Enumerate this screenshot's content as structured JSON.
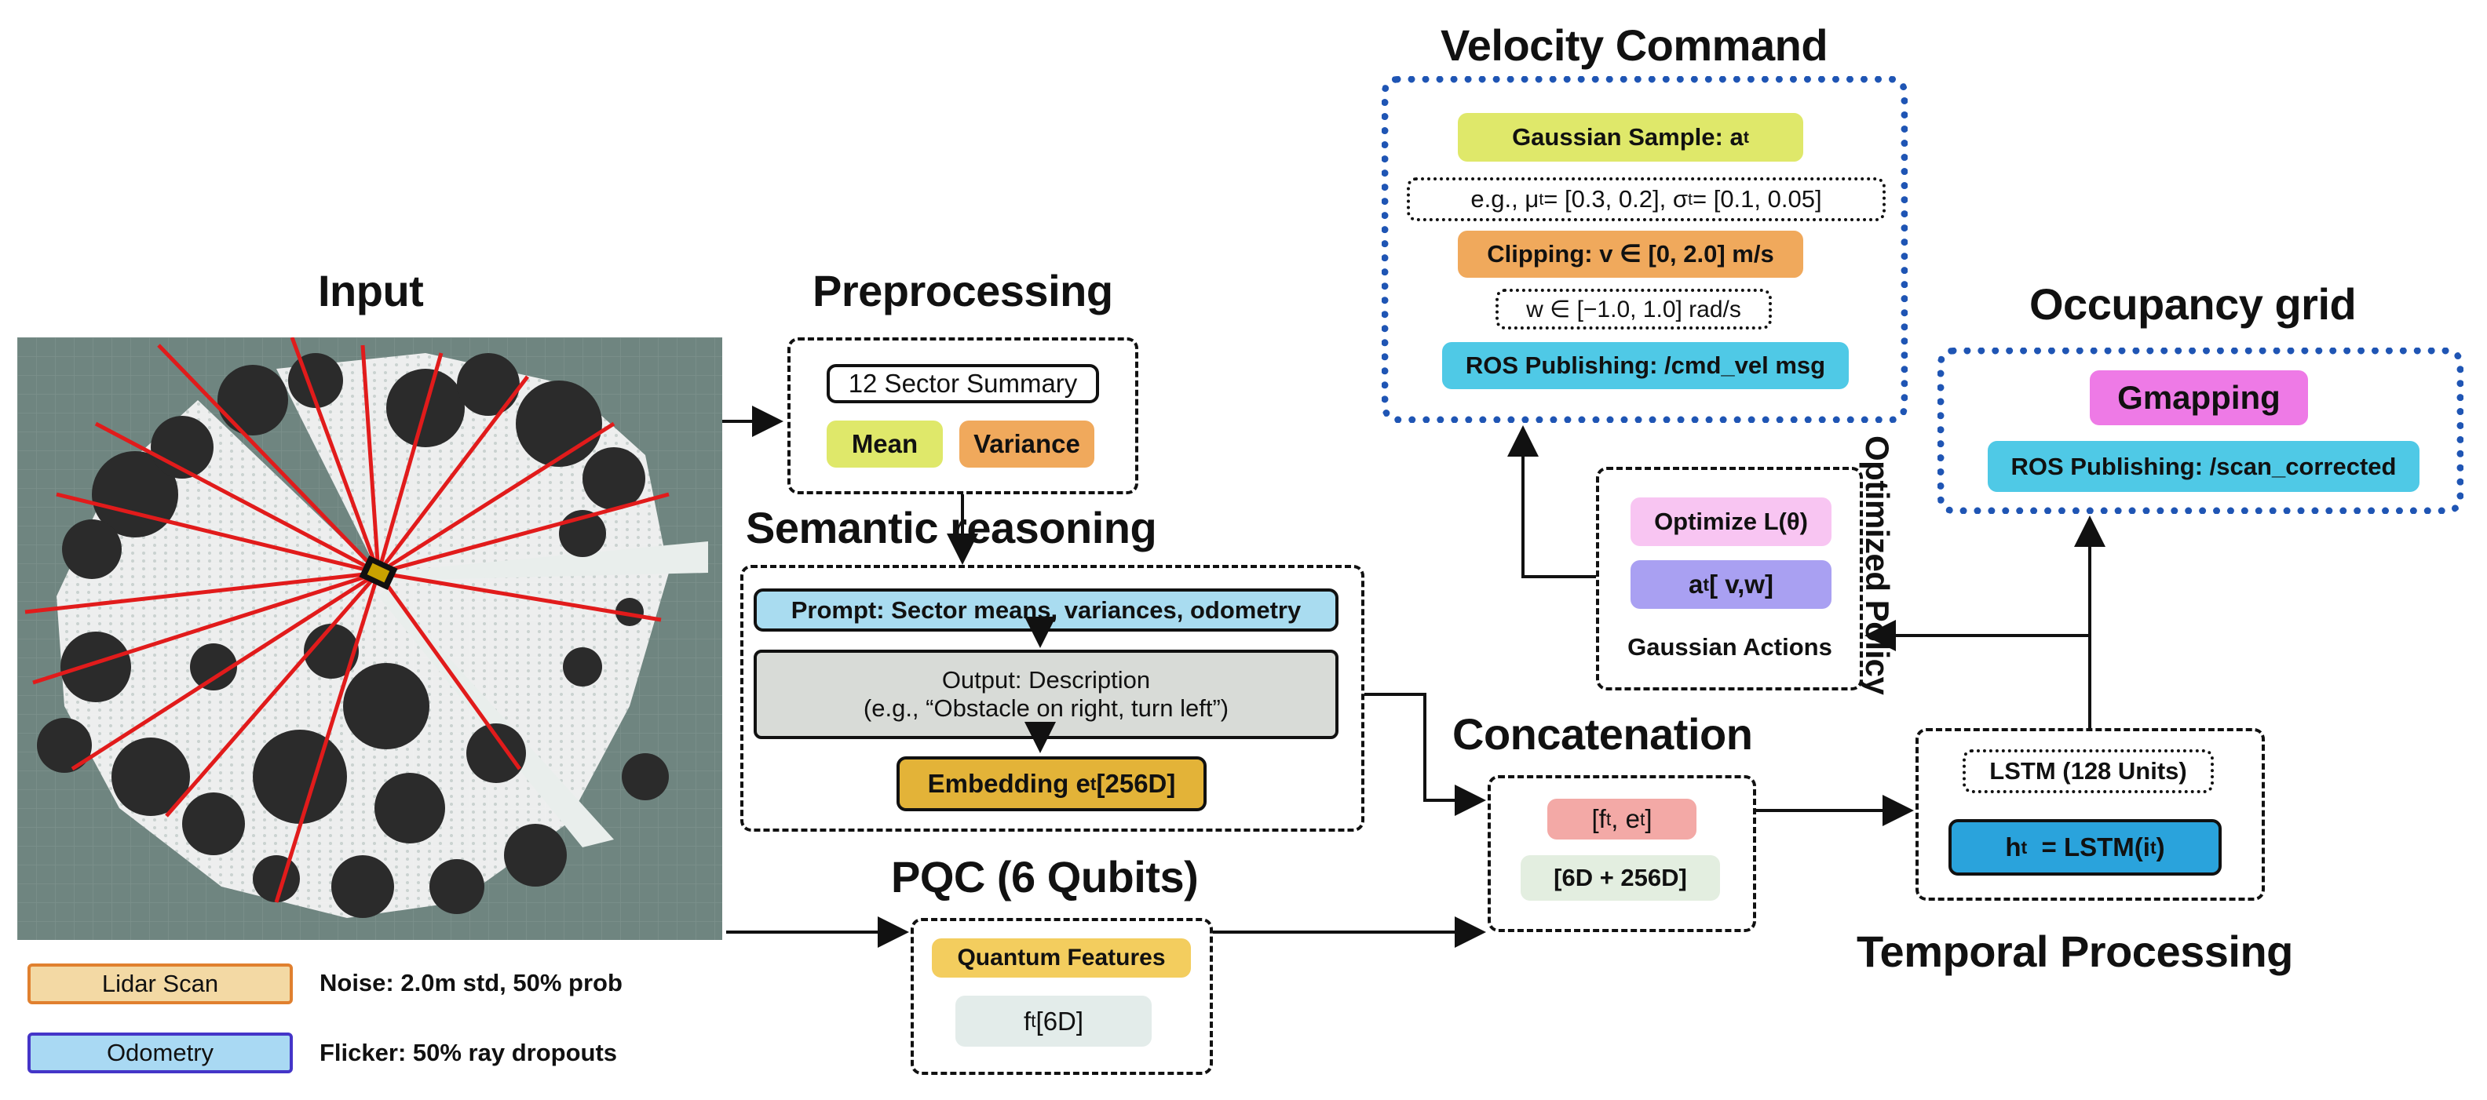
{
  "titles": {
    "input": "Input",
    "preprocessing": "Preprocessing",
    "semantic": "Semantic reasoning",
    "pqc": "PQC (6 Qubits)",
    "concatenation": "Concatenation",
    "velocity": "Velocity Command",
    "occupancy": "Occupancy grid",
    "temporal": "Temporal Processing",
    "policy": "Optimized Policy"
  },
  "preprocessing": {
    "summary": "12 Sector Summary",
    "mean": "Mean",
    "variance": "Variance"
  },
  "semantic": {
    "prompt": "Prompt: Sector means, variances, odometry",
    "output_line1": "Output: Description",
    "output_line2": "(e.g., “Obstacle on right, turn left”)",
    "embedding": "Embedding e",
    "embedding_sub": "t",
    "embedding_dim": " [256D]"
  },
  "pqc": {
    "features": "Quantum Features",
    "ft": "f",
    "ft_sub": "t",
    "ft_dim": " [6D]"
  },
  "concat": {
    "line1_a": "[f",
    "line1_sub1": "t",
    "line1_b": ", e",
    "line1_sub2": "t",
    "line1_c": "]",
    "line2": "[6D + 256D]"
  },
  "temporal": {
    "lstm": "LSTM (128 Units)",
    "ht_a": "h",
    "ht_sub": "t",
    "ht_b": "  = LSTM(i",
    "ht_sub2": "t",
    "ht_c": ")"
  },
  "policy": {
    "optimize": "Optimize L(θ)",
    "action_a": "a",
    "action_sub": "t",
    "action_b": " [ v,w]",
    "gaussian": "Gaussian Actions"
  },
  "velocity": {
    "sample_a": "Gaussian Sample: a",
    "sample_sub": "t",
    "example_a": "e.g., μ",
    "example_sub1": "t",
    "example_b": " = [0.3, 0.2], σ",
    "example_sub2": "t",
    "example_c": " = [0.1, 0.05]",
    "clipping": "Clipping: v ∈ [0, 2.0] m/s",
    "omega": "w ∈ [−1.0, 1.0] rad/s",
    "ros": "ROS Publishing: /cmd_vel msg"
  },
  "occupancy": {
    "gmapping": "Gmapping",
    "ros": "ROS Publishing: /scan_corrected"
  },
  "legend": {
    "lidar": "Lidar Scan",
    "odometry": "Odometry",
    "noise": "Noise: 2.0m std, 50% prob",
    "flicker": "Flicker: 50% ray dropouts"
  },
  "colors": {
    "yellow": "#dfe86a",
    "orange": "#f0a95c",
    "lightblue": "#a9dcf0",
    "gray": "#d8dbd7",
    "gold": "#e3b338",
    "pink": "#f3a9a6",
    "mint": "#e3eee0",
    "cyan": "#4fc9e6",
    "blue": "#2aa3dc",
    "magenta": "#ee7ae6",
    "lilac": "#f8c5f2",
    "purple": "#a9a0f2",
    "border_blue": "#1f55b4"
  }
}
